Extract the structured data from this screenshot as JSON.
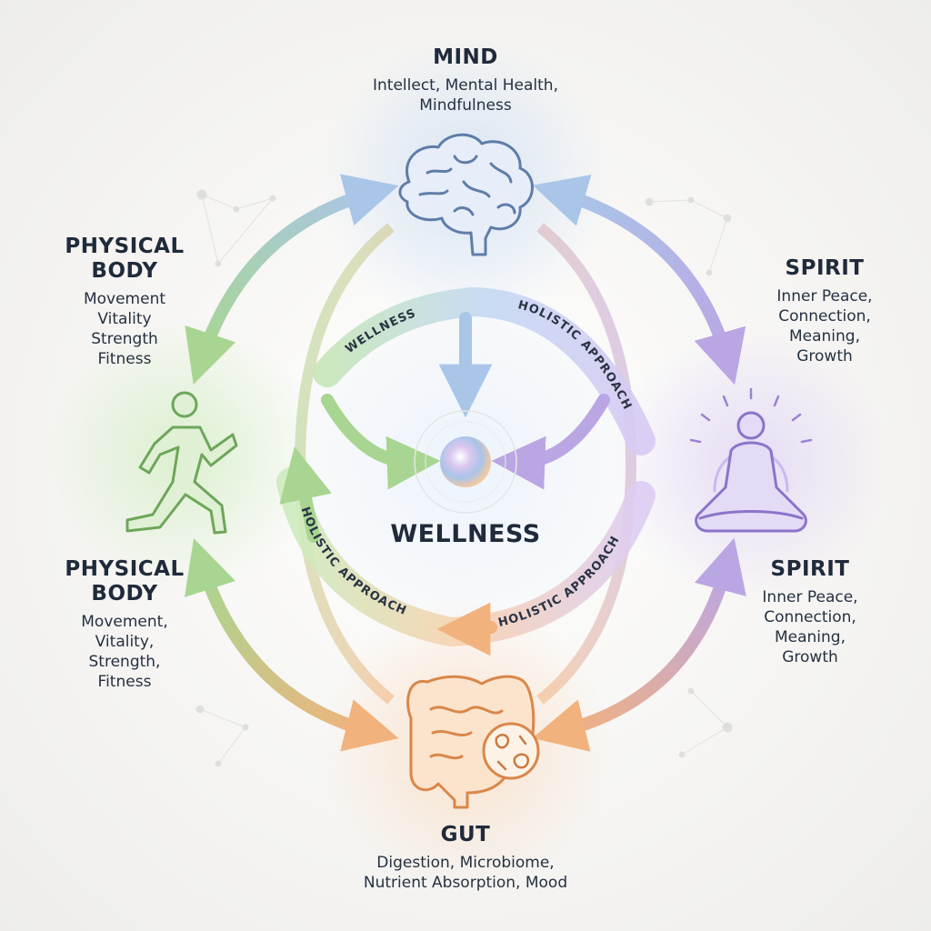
{
  "center": {
    "title": "WELLNESS"
  },
  "nodes": {
    "mind": {
      "title": "MIND",
      "description": "Intellect, Mental Health,\nMindfulness"
    },
    "physical_top": {
      "title": "PHYSICAL\nBODY",
      "description": "Movement\nVitality\nStrength\nFitness"
    },
    "physical_bottom": {
      "title": "PHYSICAL\nBODY",
      "description": "Movement,\nVitality,\nStrength,\nFitness"
    },
    "spirit_top": {
      "title": "SPIRIT",
      "description": "Inner Peace,\nConnection,\nMeaning,\nGrowth"
    },
    "spirit_bottom": {
      "title": "SPIRIT",
      "description": "Inner Peace,\nConnection,\nMeaning,\nGrowth"
    },
    "gut": {
      "title": "GUT",
      "description": "Digestion, Microbiome,\nNutrient Absorption, Mood"
    }
  },
  "bands": {
    "top_left": "WELLNESS",
    "top_right": "HOLISTIC APPROACH",
    "bottom_left": "HOLISTIC APPROACH",
    "bottom_right": "HOLISTIC APPROACH"
  },
  "icons": [
    "brain-icon",
    "runner-icon",
    "meditation-icon",
    "intestine-icon",
    "microbe-icon"
  ],
  "colors": {
    "mind": "#9fbfe3",
    "physical": "#9fd08a",
    "spirit": "#b9a4e2",
    "gut": "#f2b27d",
    "text": "#1f2a3a"
  }
}
